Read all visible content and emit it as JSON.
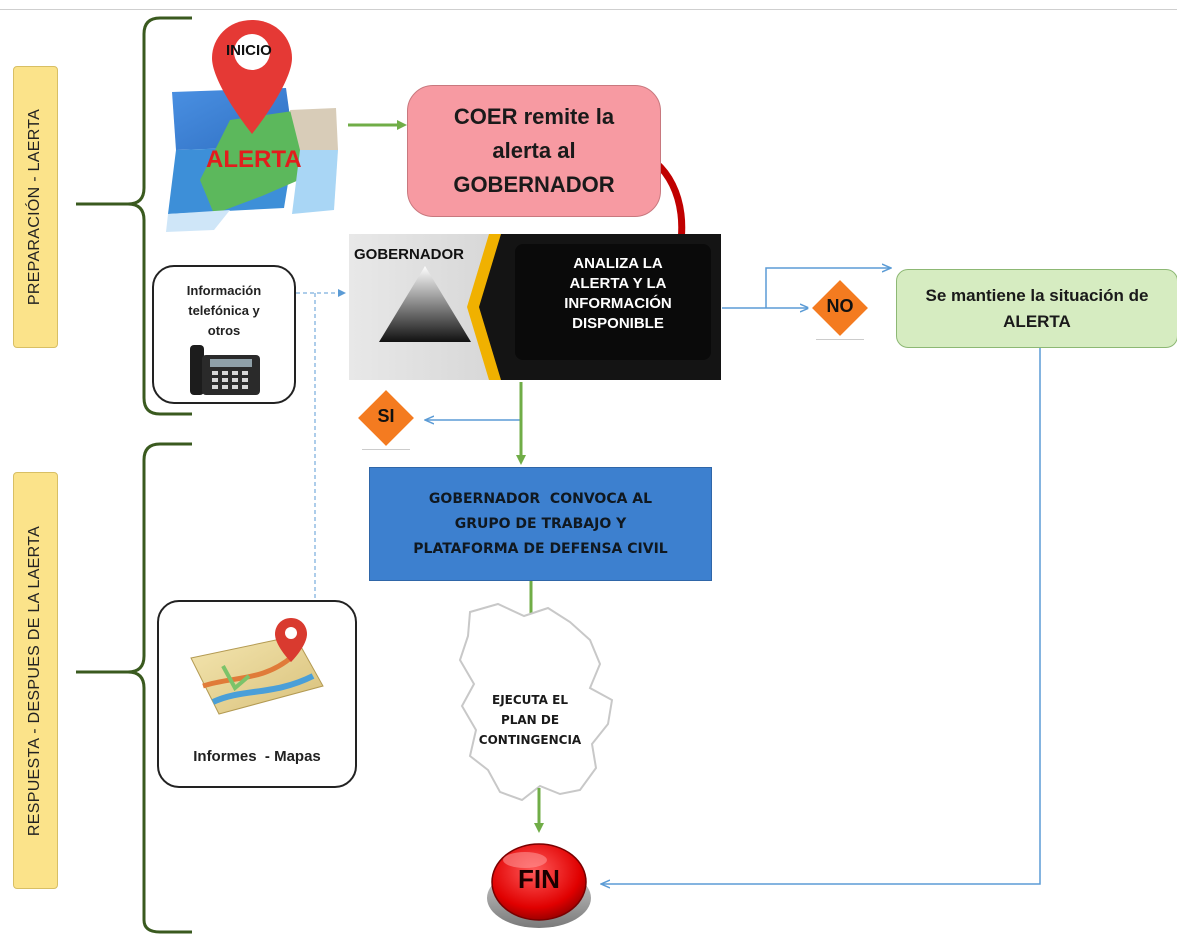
{
  "phases": {
    "preparacion": "PREPARACIÓN - LAERTA",
    "respuesta": "RESPUESTA - DESPUES DE LA LAERTA"
  },
  "start": {
    "inicio": "INICIO",
    "alerta": "ALERTA"
  },
  "coer_box": {
    "line1": "COER remite la",
    "line2": "alerta al",
    "line3": "GOBERNADOR"
  },
  "info_card": {
    "line1": "Información",
    "line2": "telefónica y",
    "line3": "otros"
  },
  "gobernador_banner": {
    "label": "GOBERNADOR",
    "line1": "ANALIZA LA",
    "line2": "ALERTA Y LA",
    "line3": "INFORMACIÓN",
    "line4": "DISPONIBLE"
  },
  "decisions": {
    "no": "NO",
    "si": "SI"
  },
  "alert_box": {
    "line1": "Se mantiene la situación de",
    "line2": "ALERTA"
  },
  "convoca_box": {
    "line1": "GOBERNADOR  CONVOCA AL",
    "line2": "GRUPO DE TRABAJO Y",
    "line3": "PLATAFORMA DE DEFENSA CIVIL"
  },
  "plan": {
    "line1": "EJECUTA EL",
    "line2": "PLAN DE",
    "line3": "CONTINGENCIA"
  },
  "reports_card": {
    "label": "Informes  - Mapas"
  },
  "end": {
    "label": "FIN"
  },
  "colors": {
    "green_arrow": "#70ad47",
    "blue_arrow": "#5b9bd5",
    "red_arrow": "#c00000",
    "brace": "#3a5a1f",
    "decision_orange": "#f47b20"
  }
}
